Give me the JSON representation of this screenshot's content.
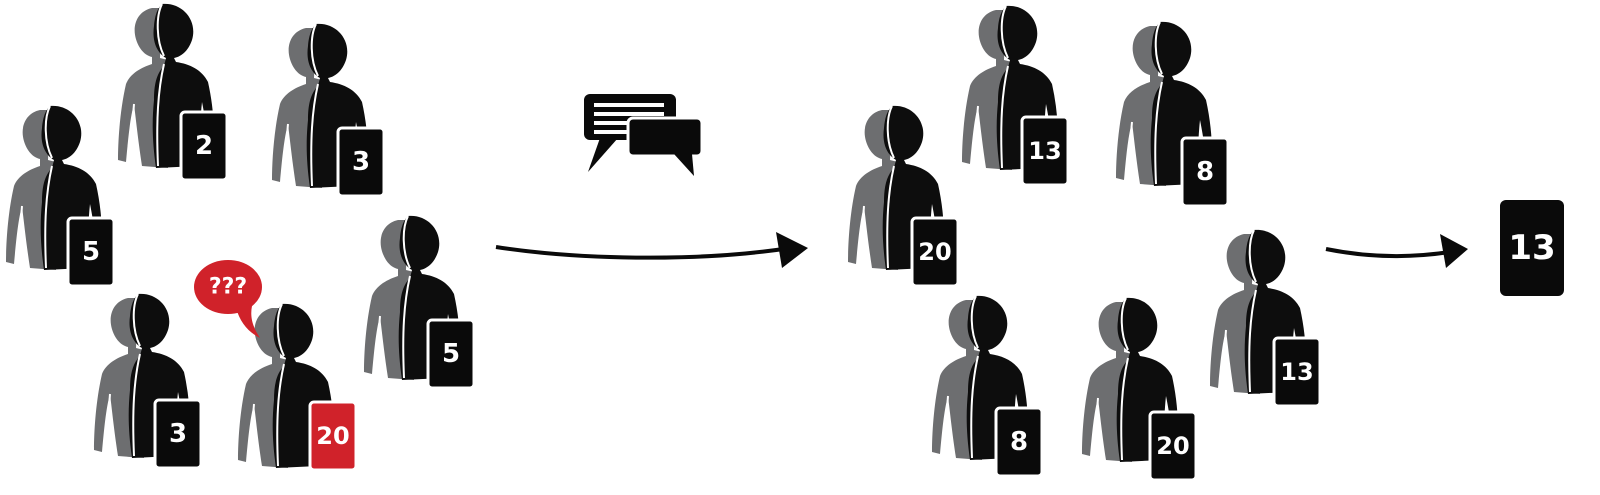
{
  "colors": {
    "figure_dark": "#0d0d0d",
    "figure_light": "#6d6e70",
    "card": "#0a0a0a",
    "card_outlier": "#d0222a",
    "bubble": "#d0222a",
    "text": "#ffffff"
  },
  "icons": {
    "person": "person-icon",
    "chat": "chat-bubbles-icon",
    "arrow": "arrow-right-icon"
  },
  "before_group": {
    "cards": [
      {
        "label": "2",
        "outlier": false
      },
      {
        "label": "3",
        "outlier": false
      },
      {
        "label": "5",
        "outlier": false
      },
      {
        "label": "5",
        "outlier": false
      },
      {
        "label": "3",
        "outlier": false
      },
      {
        "label": "20",
        "outlier": true
      }
    ],
    "speech_bubble": "???"
  },
  "after_group": {
    "cards": [
      {
        "label": "13",
        "outlier": false
      },
      {
        "label": "8",
        "outlier": false
      },
      {
        "label": "20",
        "outlier": false
      },
      {
        "label": "13",
        "outlier": false
      },
      {
        "label": "8",
        "outlier": false
      },
      {
        "label": "20",
        "outlier": false
      }
    ]
  },
  "result": {
    "label": "13"
  }
}
